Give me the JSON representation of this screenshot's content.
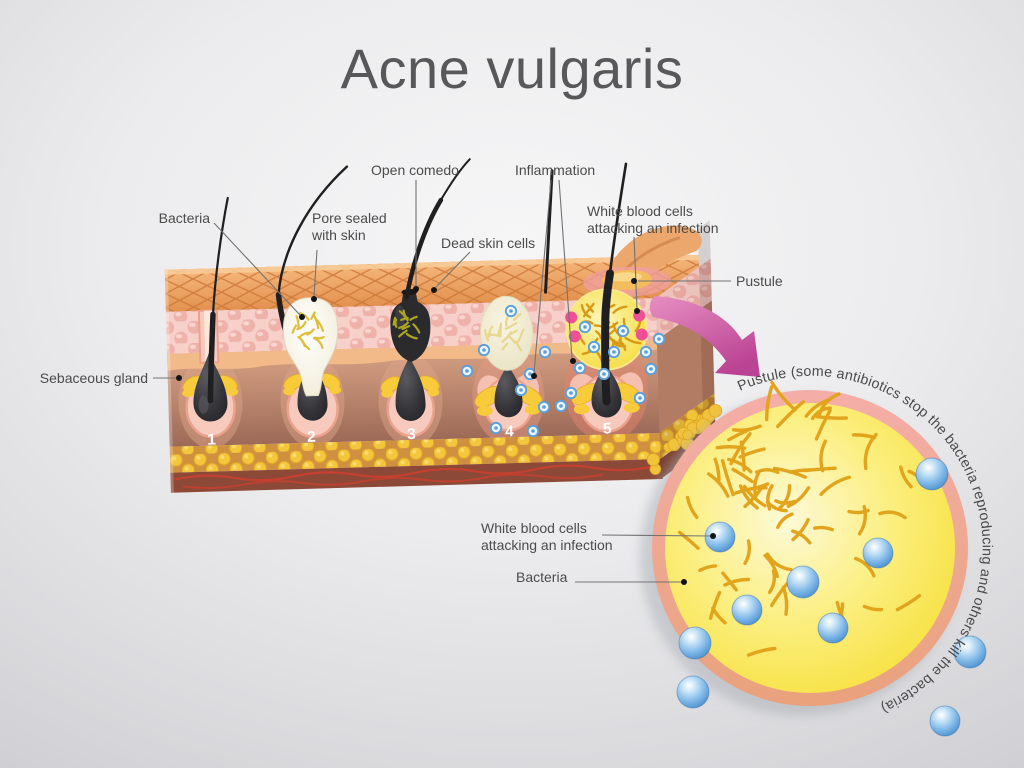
{
  "title": "Acne vulgaris",
  "diagram": {
    "stage_numbers": [
      "1",
      "2",
      "3",
      "4",
      "5"
    ],
    "labels": {
      "bacteria": "Bacteria",
      "pore_sealed": "Pore sealed with skin",
      "open_comedo": "Open comedo",
      "dead_skin_cells": "Dead skin cells",
      "inflammation": "Inflammation",
      "white_blood_cells": "White blood cells attacking an infection",
      "pustule": "Pustule",
      "sebaceous_gland": "Sebaceous gland"
    }
  },
  "inset": {
    "curved_caption": "Pustule (some antibiotics stop the bacteria reproducing and others kill the bacteria)",
    "labels": {
      "white_blood_cells": "White blood cells attacking an infection",
      "bacteria": "Bacteria"
    }
  },
  "colors": {
    "background": "#e7e7ea",
    "title_text": "#58585a",
    "label_text": "#4b4b4b",
    "wbc_blue": "#5b9fd8",
    "bacteria_gold": "#e2a41c",
    "pus_yellow": "#f6dd30",
    "rim_pink": "#f2aba2",
    "arrow_magenta": "#c9549f",
    "skin_orange": "#eda46a"
  }
}
